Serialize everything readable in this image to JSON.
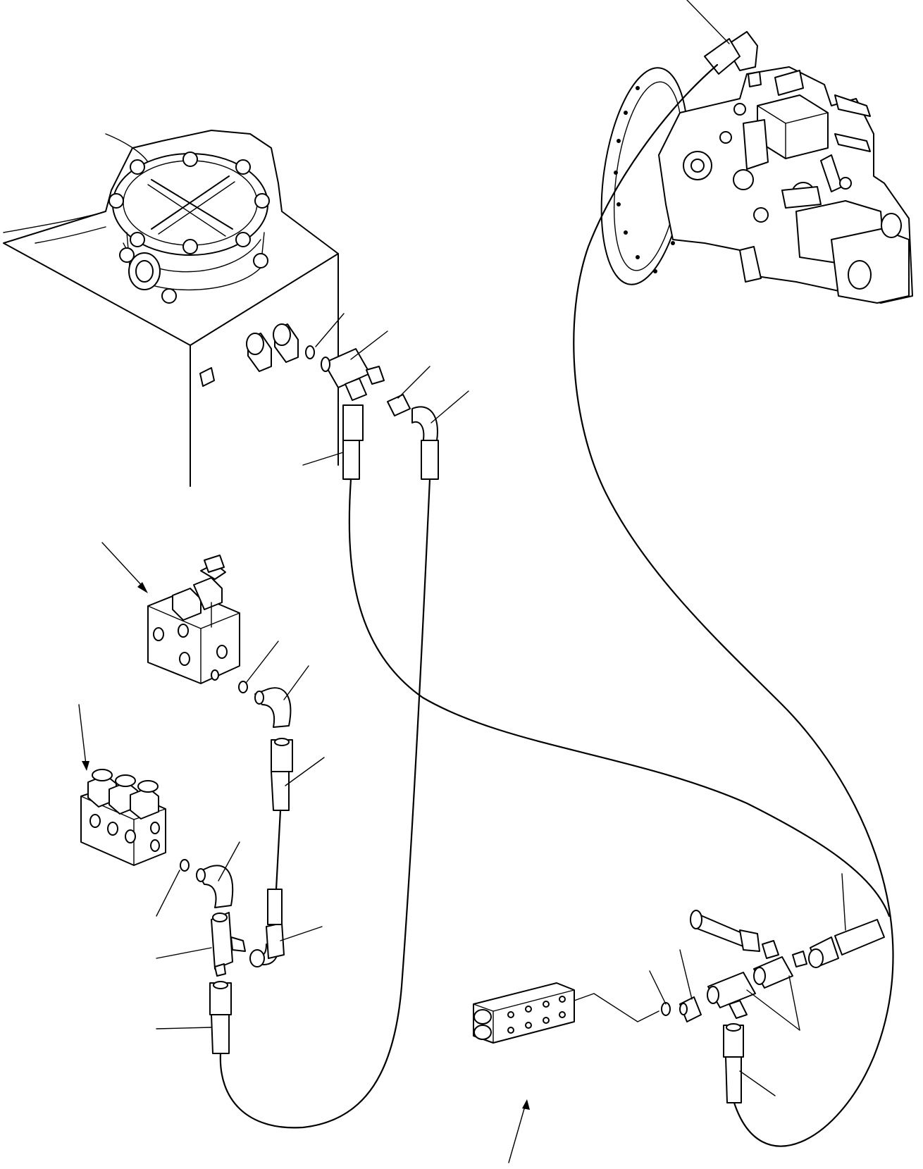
{
  "diagram": {
    "view": "hydraulic-piping-exploded-view",
    "text_labels": [],
    "colors": {
      "line": "#000000",
      "background": "#ffffff"
    },
    "parts": [
      {
        "id": "hydraulic-tank",
        "icon": "tank-icon"
      },
      {
        "id": "pump-assembly",
        "icon": "pump-icon"
      },
      {
        "id": "pilot-valve-upper",
        "icon": "valve-block-icon"
      },
      {
        "id": "pilot-valve-lower",
        "icon": "valve-block-icon"
      },
      {
        "id": "distribution-block",
        "icon": "manifold-icon"
      },
      {
        "id": "tee-fittings",
        "icon": "tee-fitting-icon"
      },
      {
        "id": "elbow-fittings",
        "icon": "elbow-fitting-icon"
      },
      {
        "id": "hoses",
        "icon": "hose-icon"
      },
      {
        "id": "o-rings",
        "icon": "o-ring-icon"
      }
    ]
  }
}
